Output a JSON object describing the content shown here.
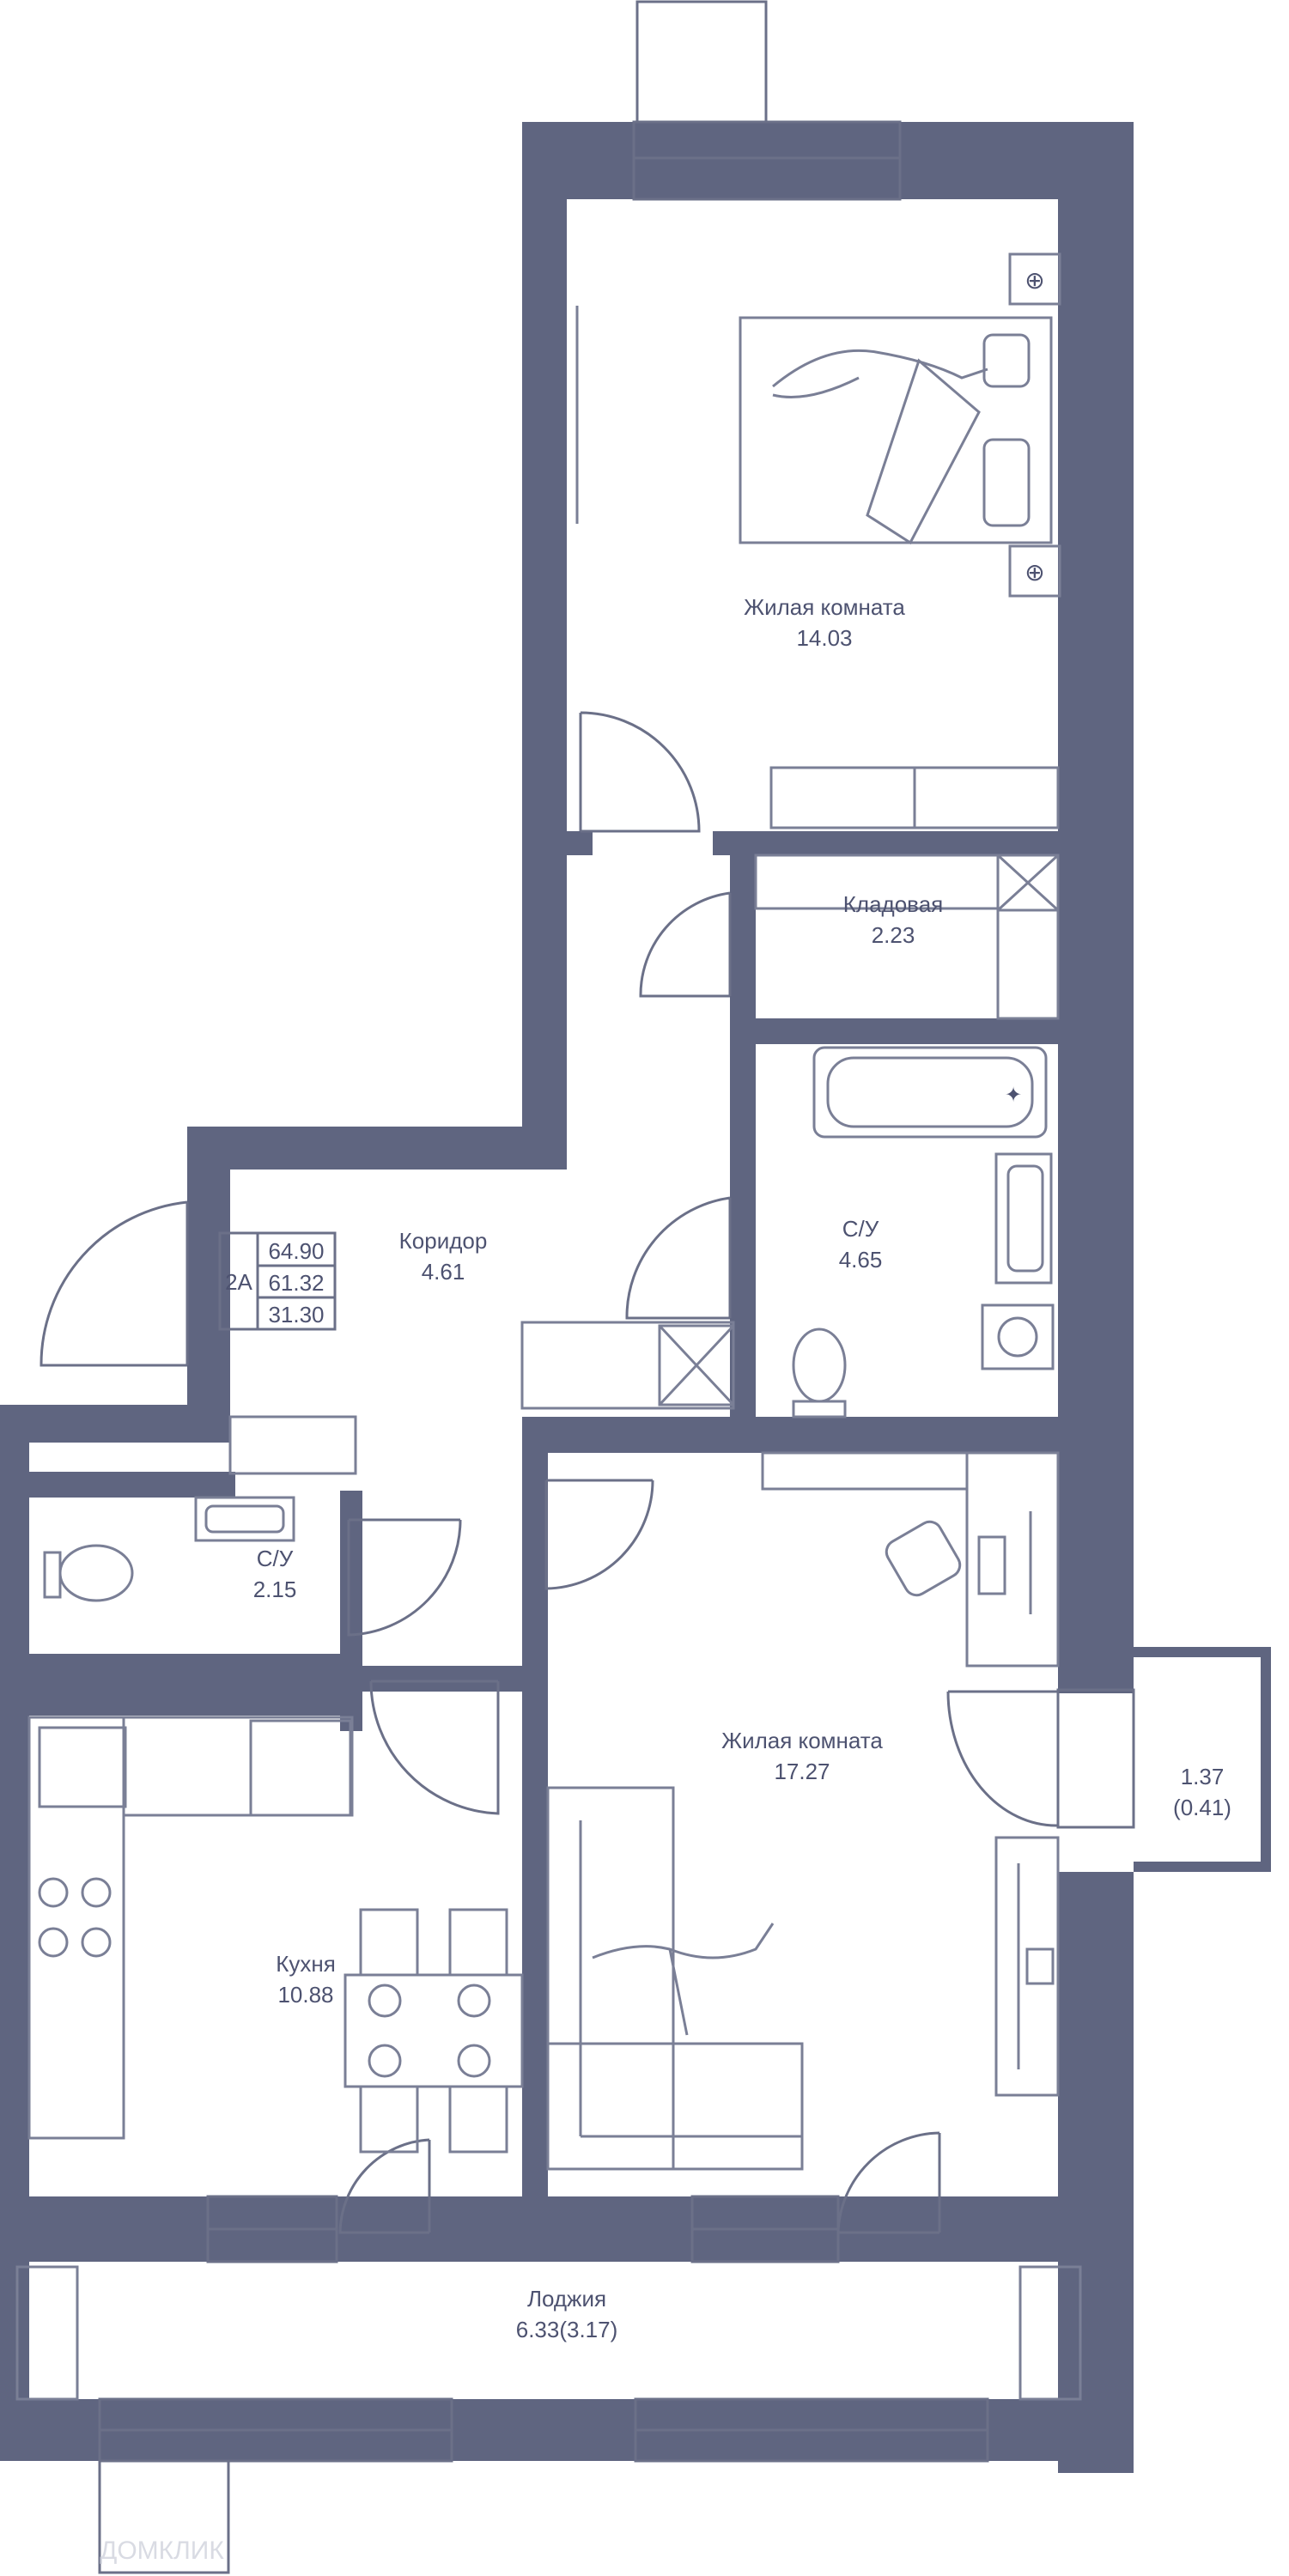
{
  "plan_type": "2A",
  "areas": [
    "64.90",
    "61.32",
    "31.30"
  ],
  "rooms": {
    "bedroom": {
      "name": "Жилая комната",
      "area": "14.03"
    },
    "storage": {
      "name": "Кладовая",
      "area": "2.23"
    },
    "corridor": {
      "name": "Коридор",
      "area": "4.61"
    },
    "bath_main": {
      "name": "С/У",
      "area": "4.65"
    },
    "bath_small": {
      "name": "С/У",
      "area": "2.15"
    },
    "living": {
      "name": "Жилая комната",
      "area": "17.27"
    },
    "kitchen": {
      "name": "Кухня",
      "area": "10.88"
    },
    "balcony": {
      "area": "1.37",
      "area_reduced": "(0.41)"
    },
    "loggia": {
      "name": "Лоджия",
      "area": "6.33(3.17)"
    }
  },
  "watermark": "ДОМКЛИК",
  "colors": {
    "wall": "#5f6580",
    "line": "#6b7088",
    "text": "#4d5270",
    "background": "#ffffff"
  }
}
